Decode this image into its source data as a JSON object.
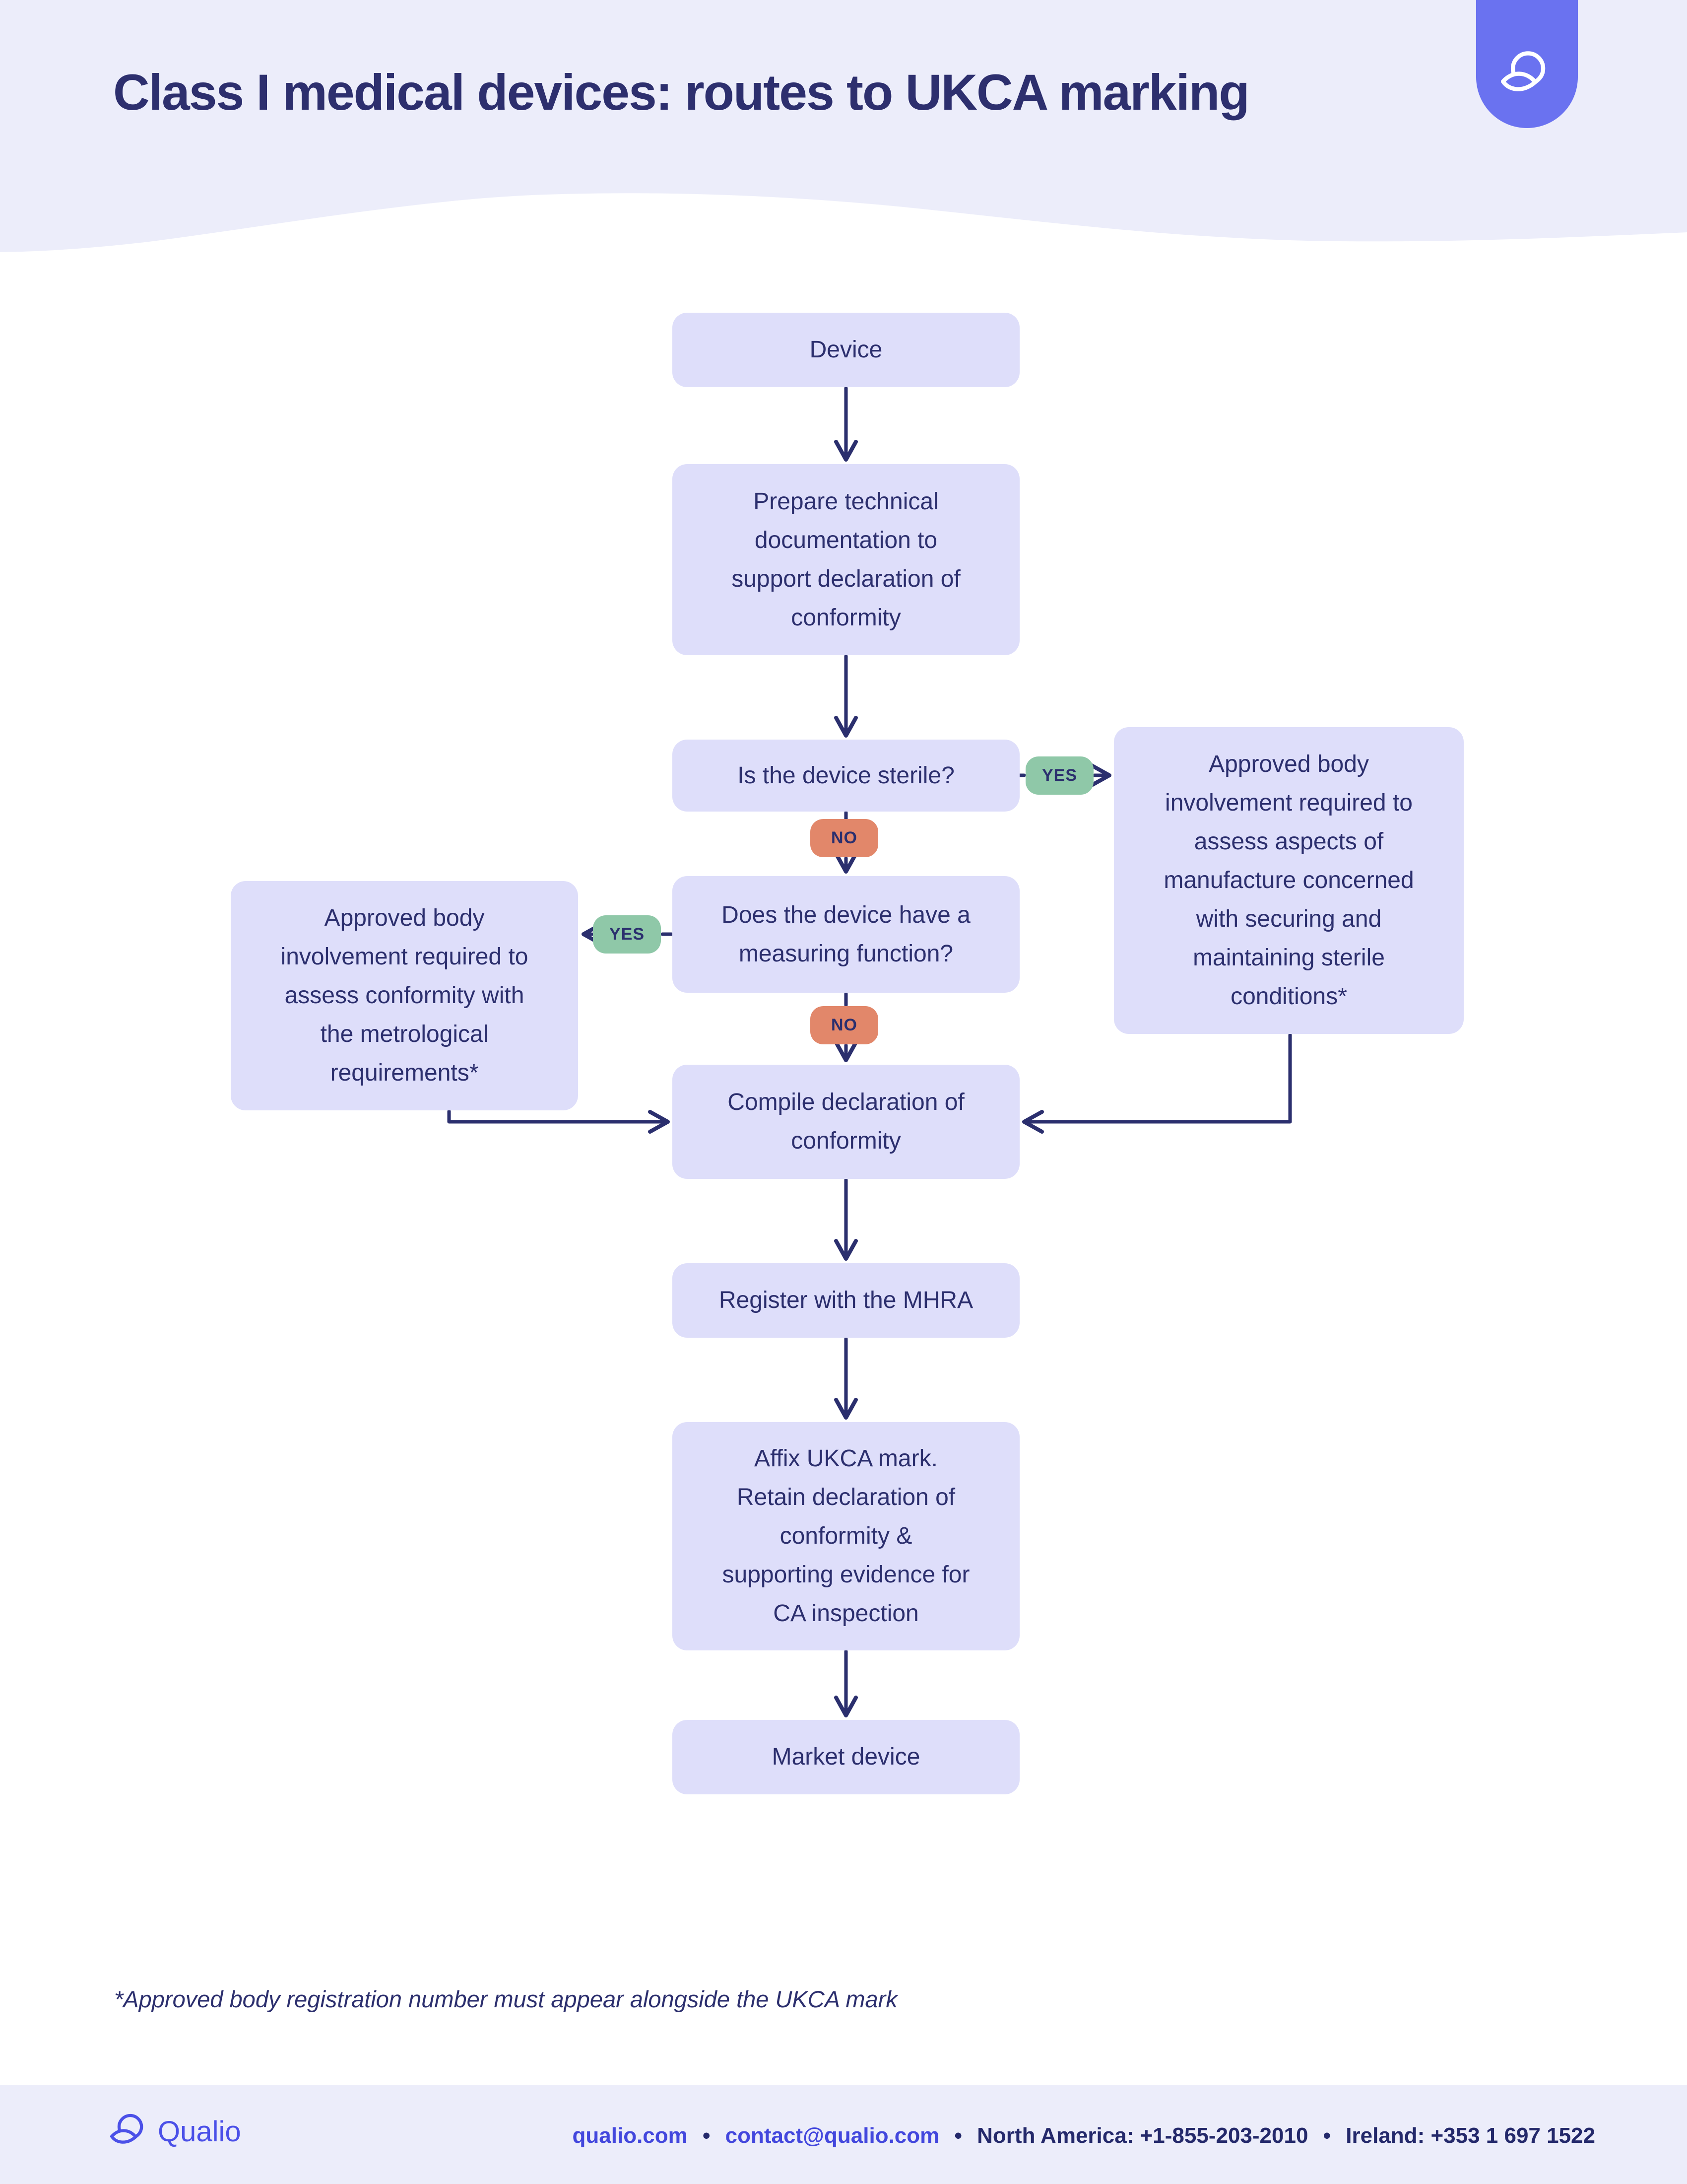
{
  "page": {
    "title": "Class I medical devices: routes to UKCA marking"
  },
  "icons": {
    "header_logo": "qualio-circle-leaf-mark-icon",
    "footer_logo": "qualio-circle-leaf-mark-icon"
  },
  "flowchart": {
    "nodes": {
      "device": "Device",
      "prepare": "Prepare technical\ndocumentation to\nsupport declaration of\nconformity",
      "sterile_q": "Is the device sterile?",
      "sterile_approved": "Approved body\ninvolvement required to\nassess aspects of\nmanufacture concerned\nwith securing and\nmaintaining sterile\nconditions*",
      "measuring_q": "Does the device have a\nmeasuring function?",
      "metrological_approved": "Approved body\ninvolvement required to\nassess conformity with\nthe metrological\nrequirements*",
      "compile": "Compile declaration of\nconformity",
      "register": "Register with the MHRA",
      "affix": "Affix UKCA mark.\nRetain declaration of\nconformity &\nsupporting evidence for\nCA inspection",
      "market": "Market device"
    },
    "labels": {
      "yes": "YES",
      "no": "NO"
    }
  },
  "footnote": "*Approved body registration number must appear alongside the UKCA mark",
  "footer": {
    "brand": "Qualio",
    "website": "qualio.com",
    "email": "contact@qualio.com",
    "north_america": "North America: +1-855-203-2010",
    "ireland": "Ireland: +353 1 697 1522",
    "separator": "•"
  },
  "colors": {
    "header_bg": "#ecedfa",
    "node_bg": "#dedefa",
    "text_navy": "#2c2f6e",
    "accent_purple": "#6a72f0",
    "yes_green": "#8fc8a8",
    "no_salmon": "#e2876a",
    "link_purple": "#4347dd"
  }
}
